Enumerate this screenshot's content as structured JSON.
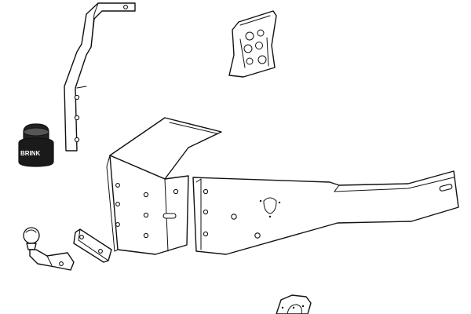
{
  "diagram": {
    "kind": "towbar-kit-exploded-parts",
    "line_color": "#111111",
    "background": "#ffffff",
    "parts": [
      {
        "name": "upper-side-bracket"
      },
      {
        "name": "bolt-bag"
      },
      {
        "name": "ball-cover-cap",
        "brand_text": "BRINK"
      },
      {
        "name": "side-mounting-plate"
      },
      {
        "name": "crossbar"
      },
      {
        "name": "tow-ball-neck"
      },
      {
        "name": "spacer-plate"
      },
      {
        "name": "electrical-socket-bracket"
      }
    ]
  }
}
